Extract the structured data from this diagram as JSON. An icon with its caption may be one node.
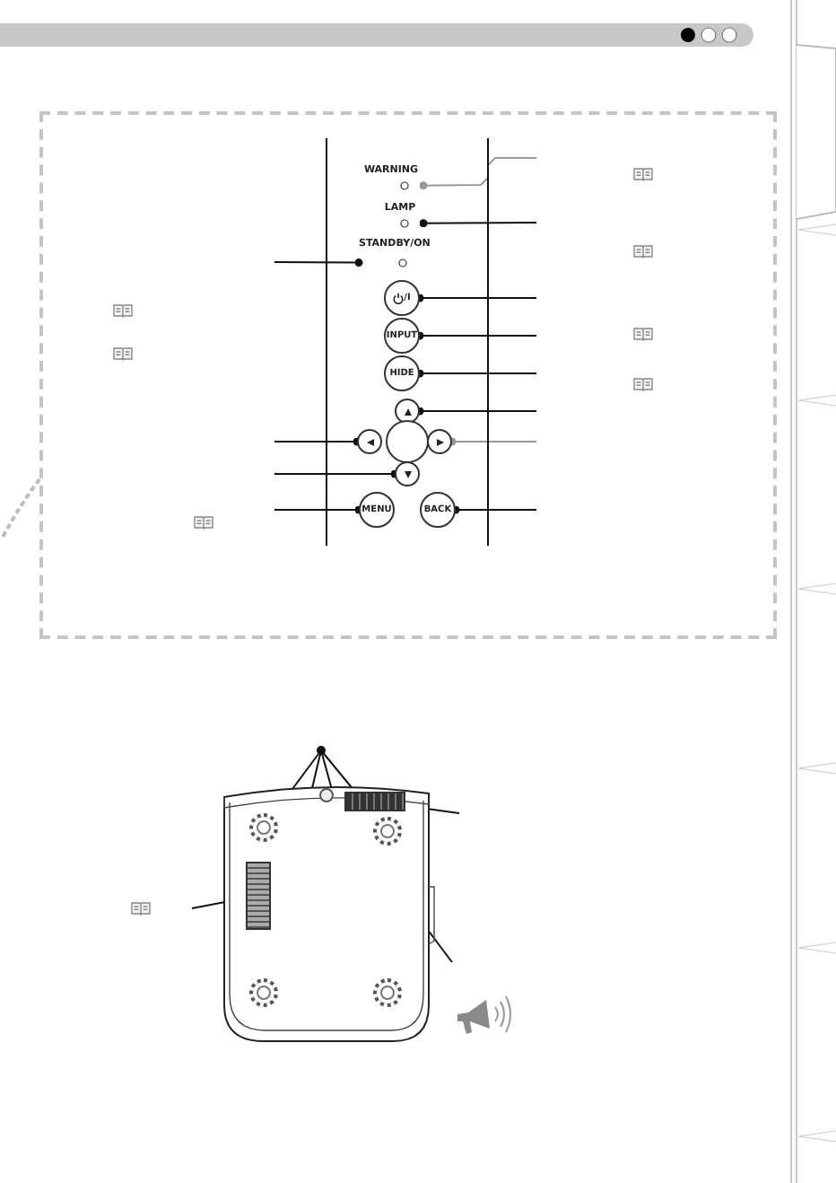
{
  "diagram": {
    "nodes": [
      {
        "text": [
          "WARNING"
        ]
      },
      {
        "text": [
          "LAMP"
        ]
      },
      {
        "text": [
          "STANDBY/ON"
        ]
      },
      {
        "text": [
          "/I"
        ]
      },
      {
        "text": [
          "INPUT"
        ]
      },
      {
        "text": [
          "HIDE"
        ]
      },
      {
        "text": [],
        "shape": "circle"
      },
      {
        "text": [],
        "shape": "circle"
      },
      {
        "text": [],
        "shape": "circle"
      },
      {
        "text": [],
        "shape": "circle"
      },
      {
        "text": [],
        "shape": "circle"
      },
      {
        "text": [
          "MENU"
        ]
      },
      {
        "text": [
          "BACK"
        ]
      },
      {
        "text": [],
        "shape": "circle"
      },
      {
        "text": [],
        "shape": "box"
      },
      {
        "text": [],
        "shape": "circle"
      },
      {
        "text": [],
        "shape": "circle"
      },
      {
        "text": [],
        "shape": "box"
      },
      {
        "text": [],
        "shape": "circle"
      },
      {
        "text": [],
        "shape": "circle"
      }
    ],
    "edges": [
      {
        "from": null,
        "to": 0,
        "arrow": "other",
        "color": "#999999"
      },
      {
        "from": null,
        "to": 1,
        "arrow": "other"
      },
      {
        "from": null,
        "to": 2,
        "arrow": "other"
      },
      {
        "from": null,
        "to": 3,
        "arrow": "other"
      },
      {
        "from": null,
        "to": 4,
        "arrow": "other"
      },
      {
        "from": null,
        "to": 5,
        "arrow": "other"
      },
      {
        "from": null,
        "to": 6,
        "arrow": "other"
      },
      {
        "from": null,
        "to": 7,
        "arrow": "other"
      },
      {
        "from": null,
        "to": 9,
        "arrow": "other",
        "color": "#999999"
      },
      {
        "from": null,
        "to": 10,
        "arrow": "other"
      },
      {
        "from": null,
        "to": 11,
        "arrow": "other"
      },
      {
        "from": null,
        "to": 12,
        "arrow": "other"
      },
      {
        "from": null,
        "to": 15,
        "arrow": "other"
      },
      {
        "from": null,
        "to": 16,
        "arrow": "other"
      },
      {
        "from": null,
        "to": 18,
        "arrow": "other"
      },
      {
        "from": null,
        "to": 19,
        "arrow": "other"
      },
      {
        "from": null,
        "to": 14,
        "arrow": "other"
      },
      {
        "from": null,
        "to": 13,
        "arrow": "none"
      },
      {
        "from": null,
        "to": 17,
        "arrow": "other"
      }
    ]
  }
}
